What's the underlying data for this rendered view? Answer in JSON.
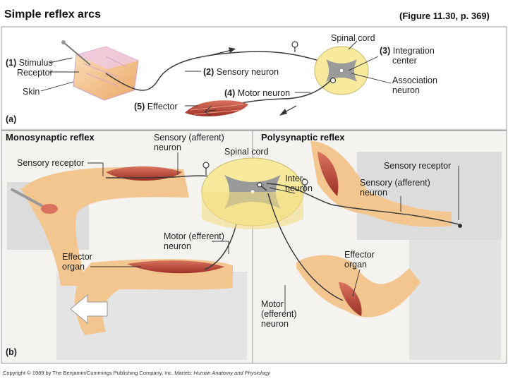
{
  "header": {
    "title": "Simple reflex arcs",
    "figure_ref": "(Figure 11.30, p. 369)"
  },
  "panel_a": {
    "letter": "(a)",
    "stimulus": {
      "num": "(1)",
      "text": "Stimulus"
    },
    "receptor": "Receptor",
    "skin": "Skin",
    "sensory_neuron": {
      "num": "(2)",
      "text": "Sensory neuron"
    },
    "spinal_cord": "Spinal cord",
    "integration_center": {
      "num": "(3)",
      "line1": "Integration",
      "line2": "center"
    },
    "association_neuron": {
      "line1": "Association",
      "line2": "neuron"
    },
    "motor_neuron": {
      "num": "(4)",
      "text": "Motor neuron"
    },
    "effector": {
      "num": "(5)",
      "text": "Effector"
    }
  },
  "panel_b": {
    "letter": "(b)",
    "mono_title": "Monosynaptic reflex",
    "poly_title": "Polysynaptic reflex",
    "mono_sensory_receptor": "Sensory receptor",
    "mono_sensory_neuron": {
      "line1": "Sensory (afferent)",
      "line2": "neuron"
    },
    "spinal_cord": "Spinal cord",
    "interneuron": {
      "line1": "Inter-",
      "line2": "neuron"
    },
    "mono_motor_neuron": {
      "line1": "Motor (efferent)",
      "line2": "neuron"
    },
    "mono_effector": {
      "line1": "Effector",
      "line2": "organ"
    },
    "poly_sensory_receptor": "Sensory receptor",
    "poly_sensory_neuron": {
      "line1": "Sensory (afferent)",
      "line2": "neuron"
    },
    "poly_effector": {
      "line1": "Effector",
      "line2": "organ"
    },
    "poly_motor_neuron": {
      "line1": "Motor",
      "line2": "(efferent)",
      "line3": "neuron"
    }
  },
  "copyright": {
    "prefix": "Copyright © 1989 by The Benjamin/Cummings Publishing Company, Inc. Marieb: ",
    "book": "Human Anatomy and Physiology"
  },
  "colors": {
    "background": "#ffffff",
    "panel_fill": "#f2f2f0",
    "skin": "#f3c58f",
    "muscle": "#b9473a",
    "nerve": "#3b3b3b",
    "cord_white": "#f7ea9c",
    "cord_gray": "#9a9a9a"
  }
}
